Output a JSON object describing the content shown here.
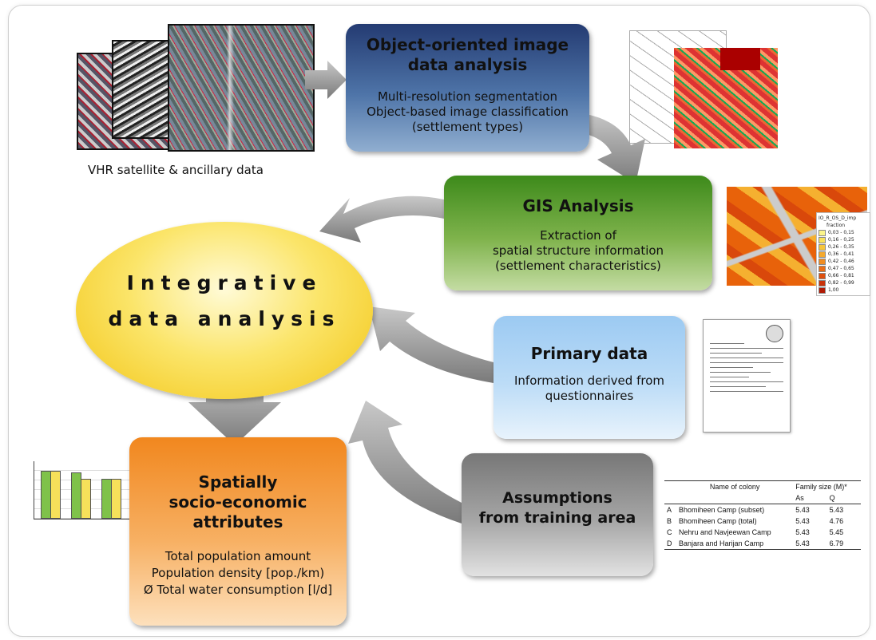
{
  "nodes": {
    "oo": {
      "title_l1": "Object-oriented image",
      "title_l2": "data analysis",
      "l1": "Multi-resolution segmentation",
      "l2": "Object-based image classification",
      "l3": "(settlement types)"
    },
    "gis": {
      "title": "GIS Analysis",
      "l1": "Extraction of",
      "l2": "spatial structure information",
      "l3": "(settlement characteristics)"
    },
    "primary": {
      "title": "Primary data",
      "l1": "Information derived from",
      "l2": "questionnaires"
    },
    "assumptions": {
      "title_l1": "Assumptions",
      "title_l2": "from training area"
    },
    "spatial": {
      "title_l1": "Spatially",
      "title_l2": "socio-economic",
      "title_l3": "attributes",
      "l1": "Total population amount",
      "l2": "Population density [pop./km)",
      "l3": "Ø Total water consumption [l/d]"
    },
    "integrative": {
      "l1": "Integrative",
      "l2": "data analysis"
    }
  },
  "satellite_caption": "VHR satellite & ancillary data",
  "gis_legend": {
    "title": "IO_R_OS_D_imp",
    "subtitle": "fraction",
    "items": [
      {
        "label": "0,03 - 0,15",
        "color": "#fbf48a"
      },
      {
        "label": "0,16 - 0,25",
        "color": "#f8e15a"
      },
      {
        "label": "0,26 - 0,35",
        "color": "#f6c53c"
      },
      {
        "label": "0,36 - 0,41",
        "color": "#f4a92e"
      },
      {
        "label": "0,42 - 0,46",
        "color": "#f08d22"
      },
      {
        "label": "0,47 - 0,65",
        "color": "#ea6e17"
      },
      {
        "label": "0,66 - 0,81",
        "color": "#de500f"
      },
      {
        "label": "0,82 - 0,99",
        "color": "#c83208"
      },
      {
        "label": "1,00",
        "color": "#b01a05"
      }
    ]
  },
  "table": {
    "col_name": "Name of colony",
    "col_family": "Family size (M)*",
    "sub_as": "As",
    "sub_q": "Q",
    "rows": [
      {
        "id": "A",
        "name": "Bhomiheen Camp (subset)",
        "as": "5.43",
        "q": "5.43"
      },
      {
        "id": "B",
        "name": "Bhomiheen Camp (total)",
        "as": "5.43",
        "q": "4.76"
      },
      {
        "id": "C",
        "name": "Nehru and Navjeewan Camp",
        "as": "5.43",
        "q": "5.45"
      },
      {
        "id": "D",
        "name": "Banjara and Harijan Camp",
        "as": "5.43",
        "q": "6.79"
      }
    ]
  },
  "colors": {
    "arrow": "#8f8f8f",
    "oo": "#2f4f8a",
    "gis": "#5c9e2e",
    "primary": "#a9d2f4",
    "assumptions": "#9a9a9a",
    "spatial": "#f39a36",
    "integrative": "#f7d84a"
  }
}
